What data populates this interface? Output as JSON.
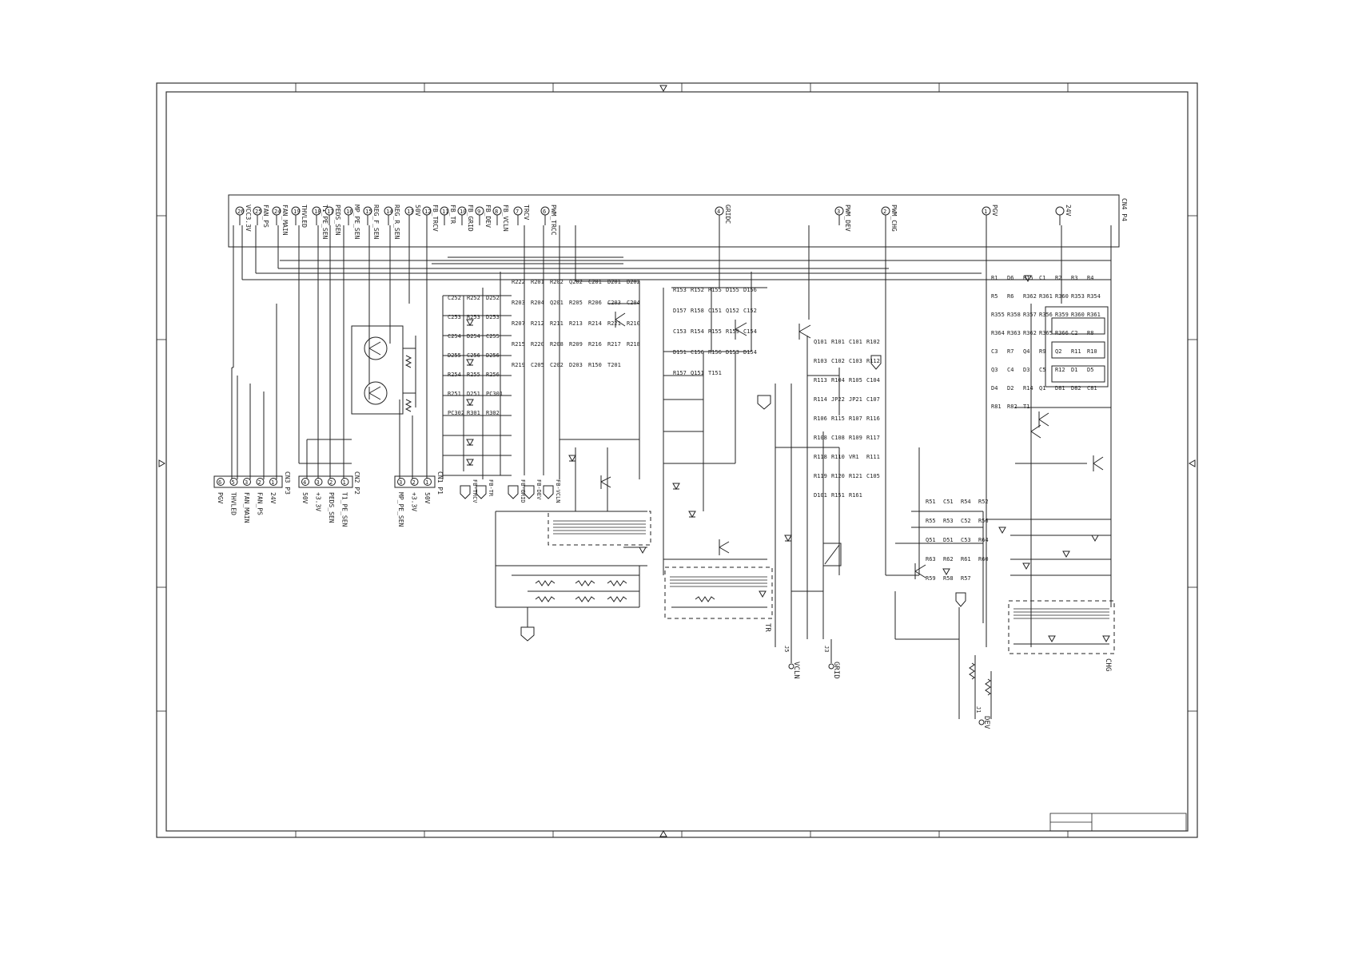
{
  "connectors": {
    "cn4": {
      "header": "CN4 P4",
      "pins": [
        {
          "num": "26",
          "label": "VCC3.3V"
        },
        {
          "num": "25",
          "label": "FAN_PS"
        },
        {
          "num": "24",
          "label": "FAN_MAIN"
        },
        {
          "num": "19",
          "label": "THVLED"
        },
        {
          "num": "18",
          "label": "T1_PE_SEN"
        },
        {
          "num": "17",
          "label": "PEDS_SEN"
        },
        {
          "num": "16",
          "label": "MP_PE_SEN"
        },
        {
          "num": "15",
          "label": "REG_F_SEN"
        },
        {
          "num": "14",
          "label": "REG_R_SEN"
        },
        {
          "num": "13",
          "label": "50V"
        },
        {
          "num": "12",
          "label": "FB_TRCV"
        },
        {
          "num": "11",
          "label": "FB_TR"
        },
        {
          "num": "10",
          "label": "FB_GRID"
        },
        {
          "num": "9",
          "label": "FB_DEV"
        },
        {
          "num": "8",
          "label": "FB_VCLN"
        },
        {
          "num": "7",
          "label": "TRCV"
        },
        {
          "num": "6",
          "label": "PWM_TRCC"
        },
        {
          "num": "4",
          "label": "GRIDC"
        },
        {
          "num": "3",
          "label": "PWM_DEV"
        },
        {
          "num": "2",
          "label": "PWM_CHG"
        },
        {
          "num": "1",
          "label": "PGV"
        },
        {
          "num": "",
          "label": "24V"
        }
      ]
    },
    "cn3": {
      "header": "CN3 P3",
      "pins": [
        {
          "num": "6",
          "label": "PGV"
        },
        {
          "num": "5",
          "label": "THVLED"
        },
        {
          "num": "3",
          "label": "FAN_MAIN"
        },
        {
          "num": "2",
          "label": "FAN_PS"
        },
        {
          "num": "1",
          "label": "24V"
        }
      ]
    },
    "cn2": {
      "header": "CN2 P2",
      "pins": [
        {
          "num": "4",
          "label": "50V"
        },
        {
          "num": "3",
          "label": "+3.3V"
        },
        {
          "num": "2",
          "label": "PEDS_SEN"
        },
        {
          "num": "1",
          "label": "T1_PE_SEN"
        }
      ]
    },
    "cn1": {
      "header": "CN1 P1",
      "pins": [
        {
          "num": "3",
          "label": "MP_PE_SEN"
        },
        {
          "num": "2",
          "label": "+3.3V"
        },
        {
          "num": "1",
          "label": "50V"
        }
      ]
    }
  },
  "feedback_flags": [
    "FB-TR",
    "FB-GRID",
    "FB-DEV",
    "FB-VCLN",
    "FB-TRCV"
  ],
  "outputs": {
    "tr": "TR",
    "vcln": {
      "jack": "J5",
      "label": "VCLN"
    },
    "grid": {
      "jack": "J3",
      "label": "GRID"
    },
    "dev": {
      "jack": "J1",
      "label": "DEV"
    },
    "chg": "CHG"
  },
  "components": {
    "tr_block": [
      "R222",
      "R201",
      "R202",
      "Q202",
      "C201",
      "D201",
      "D202",
      "R203",
      "R204",
      "Q201",
      "R205",
      "R206",
      "C203",
      "C204",
      "R207",
      "R212",
      "R211",
      "R213",
      "R214",
      "R221",
      "R210",
      "R215",
      "R220",
      "R208",
      "R209",
      "R216",
      "R217",
      "R218",
      "R219",
      "C205",
      "C202",
      "D203",
      "R150",
      "T201"
    ],
    "trcv_block": [
      "R153",
      "R152",
      "R155",
      "D155",
      "D156",
      "D157",
      "R158",
      "C151",
      "Q152",
      "C152",
      "C153",
      "R154",
      "R155",
      "R159",
      "C154",
      "D151",
      "C156",
      "R156",
      "D153",
      "D154",
      "R157",
      "Q151",
      "T151"
    ],
    "sen_block": [
      "C252",
      "R252",
      "D252",
      "C253",
      "R253",
      "D253",
      "C254",
      "D254",
      "C255",
      "D255",
      "C256",
      "D256",
      "R254",
      "R255",
      "R256",
      "R251",
      "D251",
      "PC301",
      "PC302",
      "R301",
      "R302"
    ],
    "grid_block": [
      "Q101",
      "R101",
      "C101",
      "R102",
      "R103",
      "C102",
      "C103",
      "R112",
      "R113",
      "R104",
      "R105",
      "C104",
      "R114",
      "JP22",
      "JP21",
      "C107",
      "R106",
      "R115",
      "R107",
      "R116",
      "R108",
      "C108",
      "R109",
      "R117",
      "R118",
      "R110",
      "VR1",
      "R111",
      "R119",
      "R120",
      "R121",
      "C105",
      "D101",
      "R151",
      "R161"
    ],
    "dev_block": [
      "R51",
      "C51",
      "R54",
      "R52",
      "R55",
      "R53",
      "C52",
      "R56",
      "Q51",
      "D51",
      "C53",
      "R64",
      "R63",
      "R62",
      "R61",
      "R60",
      "R59",
      "R58",
      "R57"
    ],
    "chg_block": [
      "R1",
      "D6",
      "R15",
      "C1",
      "R2",
      "R3",
      "R4",
      "R5",
      "R6",
      "R362",
      "R361",
      "R360",
      "R353",
      "R354",
      "R355",
      "R358",
      "R357",
      "R356",
      "R359",
      "R360",
      "R361",
      "R364",
      "R363",
      "R362",
      "R365",
      "R366",
      "C2",
      "R8",
      "C3",
      "R7",
      "Q4",
      "R9",
      "Q2",
      "R11",
      "R10",
      "Q3",
      "C4",
      "D3",
      "C5",
      "R12",
      "D1",
      "D5",
      "D4",
      "D2",
      "R14",
      "Q1",
      "D81",
      "D82",
      "C81",
      "R81",
      "R82",
      "T1"
    ]
  }
}
